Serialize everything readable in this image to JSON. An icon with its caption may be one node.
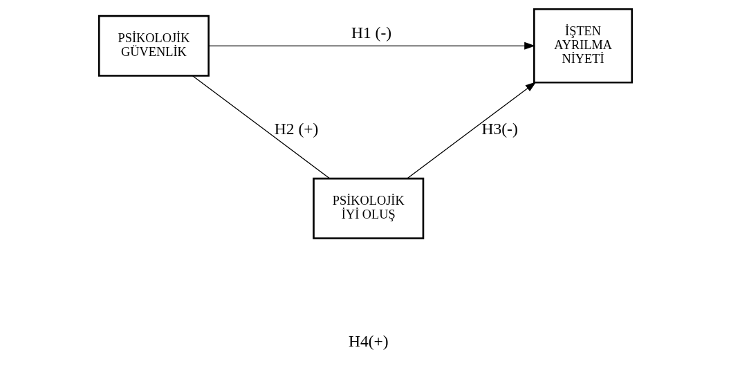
{
  "diagram": {
    "nodes": [
      {
        "text": [
          "PSİKOLOJİK GÜVENLİK"
        ]
      },
      {
        "text": [
          "İŞTEN AYRILMA NİYETİ"
        ]
      },
      {
        "text": [
          "PSİKOLOJİK İYİ OLUŞ"
        ]
      }
    ],
    "edges": [
      {
        "from": 0,
        "to": 1,
        "arrow": "to",
        "label": "H1 (-)"
      },
      {
        "from": 0,
        "to": 2,
        "arrow": "none",
        "label": "H2 (+)"
      },
      {
        "from": 2,
        "to": 1,
        "arrow": "to",
        "label": "H3(-)"
      }
    ],
    "labels": [
      "H4(+)"
    ]
  }
}
